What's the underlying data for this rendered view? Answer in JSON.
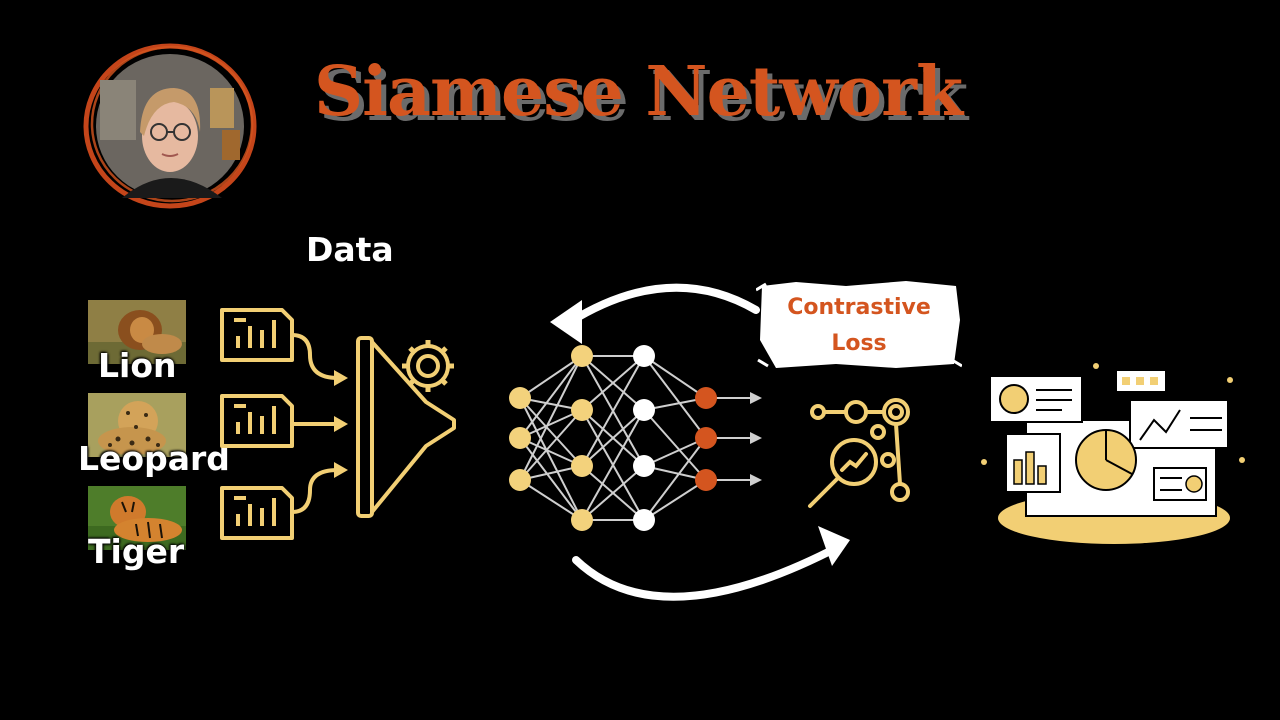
{
  "title": "Siamese Network",
  "data_label": "Data",
  "animals": [
    {
      "label": "Lion"
    },
    {
      "label": "Leopard"
    },
    {
      "label": "Tiger"
    }
  ],
  "loss": {
    "line1": "Contrastive",
    "line2": "Loss"
  },
  "colors": {
    "accent": "#d4551f",
    "gold": "#f2cf74",
    "node_light": "#f3d27c",
    "node_white": "#ffffff",
    "node_output": "#d4551f",
    "background": "#000000"
  },
  "icons": [
    "presenter-avatar",
    "document-chart-icon",
    "filter-funnel-gear-icon",
    "neural-network-icon",
    "magnifier-analytics-icon",
    "dashboard-illustration-icon",
    "cycle-arrow-icon"
  ]
}
